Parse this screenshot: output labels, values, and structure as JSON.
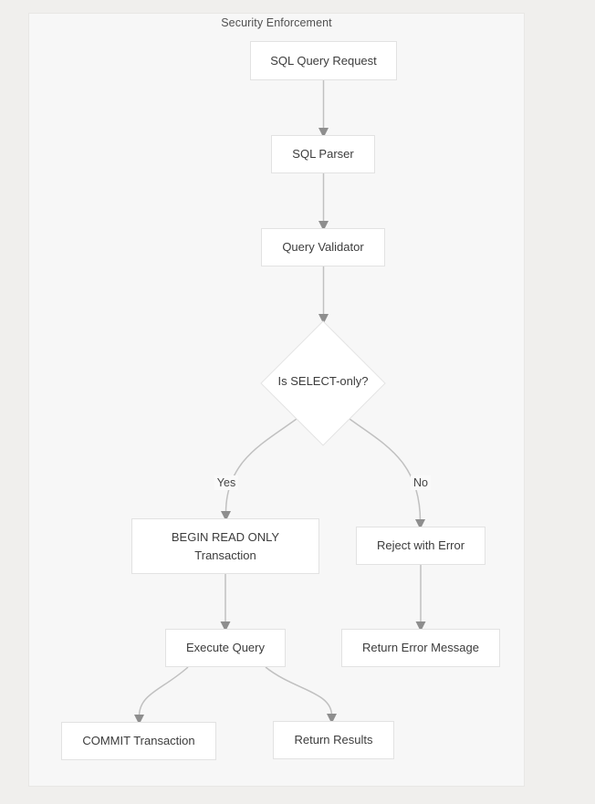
{
  "title": "Security Enforcement",
  "colors": {
    "page_bg": "#f0efed",
    "panel_bg": "#f7f7f7",
    "panel_border": "#e8e7e5",
    "node_bg": "#ffffff",
    "node_border": "#e2e2e2",
    "node_text": "#3c3c3c",
    "edge_line": "#c0c0c0",
    "edge_arrow": "#8e8e8e"
  },
  "nodes": {
    "request": {
      "label": "SQL Query Request",
      "shape": "rect"
    },
    "parser": {
      "label": "SQL Parser",
      "shape": "rect"
    },
    "validator": {
      "label": "Query Validator",
      "shape": "rect"
    },
    "decision": {
      "label": "Is SELECT-only?",
      "shape": "diamond"
    },
    "begin": {
      "label": "BEGIN READ ONLY Transaction",
      "line1": "BEGIN READ ONLY",
      "line2": "Transaction",
      "shape": "rect"
    },
    "reject": {
      "label": "Reject with Error",
      "shape": "rect"
    },
    "execute": {
      "label": "Execute Query",
      "shape": "rect"
    },
    "return_error": {
      "label": "Return Error Message",
      "shape": "rect"
    },
    "commit": {
      "label": "COMMIT Transaction",
      "shape": "rect"
    },
    "results": {
      "label": "Return Results",
      "shape": "rect"
    }
  },
  "edge_labels": {
    "yes": "Yes",
    "no": "No"
  },
  "edges": [
    {
      "from": "request",
      "to": "parser"
    },
    {
      "from": "parser",
      "to": "validator"
    },
    {
      "from": "validator",
      "to": "decision"
    },
    {
      "from": "decision",
      "to": "begin",
      "label": "Yes"
    },
    {
      "from": "decision",
      "to": "reject",
      "label": "No"
    },
    {
      "from": "begin",
      "to": "execute"
    },
    {
      "from": "reject",
      "to": "return_error"
    },
    {
      "from": "execute",
      "to": "commit"
    },
    {
      "from": "execute",
      "to": "results"
    }
  ]
}
